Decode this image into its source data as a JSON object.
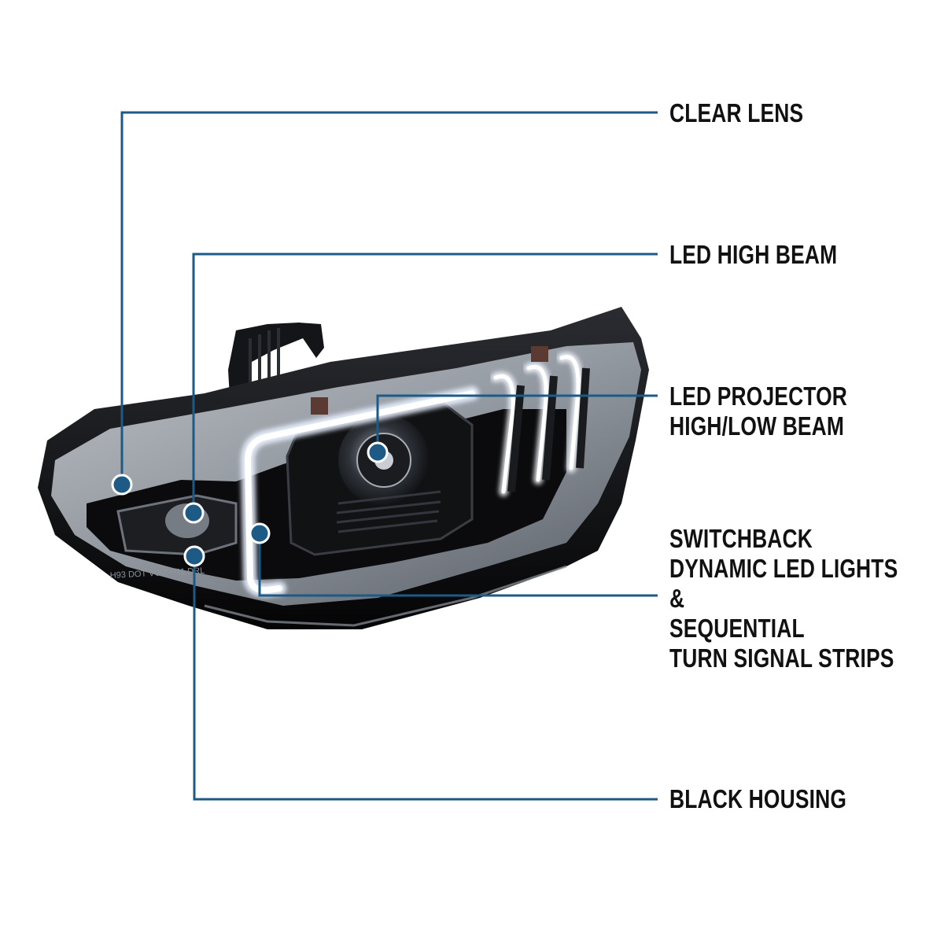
{
  "callouts": [
    {
      "id": "clear-lens",
      "lines": [
        "CLEAR LENS"
      ]
    },
    {
      "id": "led-high-beam",
      "lines": [
        "LED HIGH BEAM"
      ]
    },
    {
      "id": "led-projector",
      "lines": [
        "LED PROJECTOR",
        "HIGH/LOW BEAM"
      ]
    },
    {
      "id": "switchback",
      "lines": [
        "SWITCHBACK",
        "DYNAMIC LED LIGHTS",
        "&",
        "SEQUENTIAL",
        "TURN SIGNAL STRIPS"
      ]
    },
    {
      "id": "black-housing",
      "lines": [
        "BLACK HOUSING"
      ]
    }
  ],
  "lens_markings": "H93 DOT VOR H11 DRL",
  "colors": {
    "leader_line": "#1d5a86",
    "marker_fill": "#1d5a86",
    "marker_ring": "#ffffff",
    "label_text": "#111111",
    "housing": "#0d0d0f",
    "chrome": "#c8ccd2",
    "led_strip": "#f4f6fa",
    "background": "#ffffff"
  }
}
